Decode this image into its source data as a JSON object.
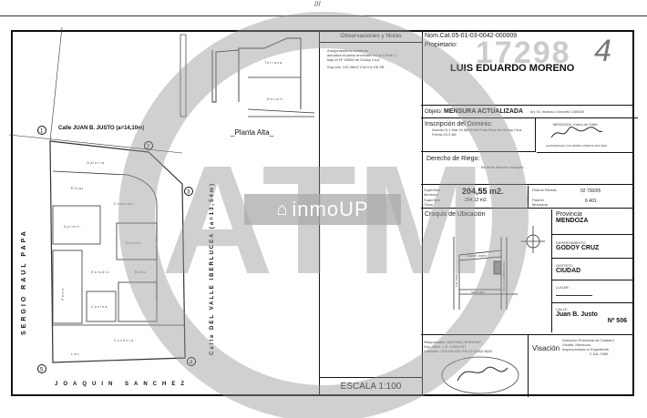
{
  "top_mark": "///",
  "plan": {
    "streets": {
      "north": "Calle JUAN B. JUSTO (a=14,10m)",
      "west": "SERGIO RAUL PAPA",
      "south": "JOAQUIN SANCHEZ",
      "east": "Calle DEL VALLE IBERLUCEA (a=13,54m)"
    },
    "points": [
      "1",
      "2",
      "3",
      "4",
      "5"
    ],
    "rooms": [
      "Galería",
      "Estar",
      "Comedor",
      "Dormit.",
      "Dormit.",
      "Estudio",
      "Baño",
      "Cocina",
      "Patio",
      "Cochera",
      "Lav."
    ],
    "upper_rooms": [
      "Terraza",
      "Dormit."
    ],
    "upper_title": "_Planta Alta_"
  },
  "notes": {
    "title": "Observaciones y Notas",
    "lines": [
      "Amojonamiento existente",
      "actualiza el plano archivado en la D.P.de C",
      "bajo el Nº 16505 de Godoy Cruz",
      "Sup.cub. 132,45m2  Cot.H  A.Ob.SB"
    ],
    "scale": "ESCALA 1:100"
  },
  "info": {
    "nomcat": "Nom.Cat.05-01-03-0042-000009",
    "owner_label": "Propietario:",
    "owner": "LUIS EDUARDO MORENO",
    "stamp_number": "17298",
    "stamp_suffix": "4",
    "objeto_label": "Objeto:",
    "objeto": "MENSURA ACTUALIZADA",
    "objeto_note": "Art. 51 Incisos c Decreto 1300/69",
    "dominio_label": "Inscripción del Dominio:",
    "dominio_text": "Asiento A-1 Mat 20 880/5 del Folio Real de Godoy Cruz Fecha 23-X-88",
    "signer_date": "MENDOZA, Enero de 1989",
    "signer_name": "AGRIMENSOR LUIS PEDRO MORETA MAT.0000",
    "riego_label": "Derecho de Riego:",
    "riego_text": "No tiene derecho inscripto.",
    "sup_mensura_label": "Superficie Mensura",
    "sup_mensura": "204,55 m2.",
    "sup_titulo_label": "Superficie Título",
    "sup_titulo": "204,12 m2.",
    "padron_rentas_label": "Padrón Rentas",
    "padron_rentas": "02 730/05",
    "padron_municipal_label": "Padrón Municipal",
    "padron_municipal": "6 401",
    "croquis_label": "Croquis de Ubicación",
    "croquis_streets": [
      "JUAN B. JUSTO",
      "S.R. PAPA",
      "DEL VALLE IBERLUCEA",
      "SANCHEZ"
    ],
    "provincia_label": "Provincia",
    "provincia": "MENDOZA",
    "departamento_label": "DEPARTAMENTO",
    "departamento": "GODOY CRUZ",
    "distrito_label": "DISTRITO",
    "distrito": "CIUDAD",
    "lugar_label": "LUGAR",
    "calle_label": "CALLE",
    "calle": "Juan B. Justo",
    "numero": "Nº 506",
    "responsable": [
      "Responsable: ANTONIO MORENO",
      "Doc. Ident. L.E. 6.804.037",
      "Domicilio: COLON 430 P.B.12 CDAD MZA"
    ],
    "visacion_label": "Visación",
    "visacion_text": [
      "Dirección Provincial de Catastro",
      "Visado: Mendoza",
      "Inspeccionado s/ Expediente",
      "2 JUL 1989"
    ]
  },
  "watermark": {
    "text": "ATM",
    "logo": "inmoUP"
  }
}
